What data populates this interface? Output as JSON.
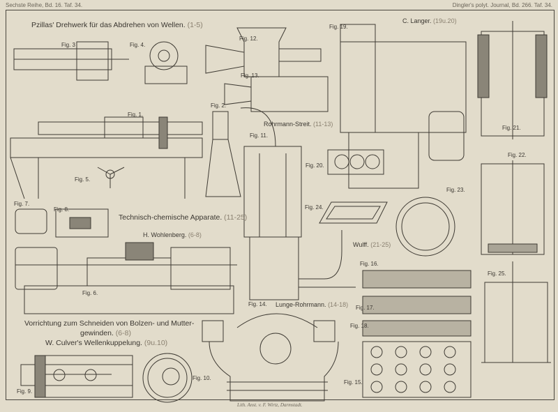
{
  "header": {
    "left": "Sechste Reihe, Bd. 16. Taf. 34.",
    "right": "Dingler's polyt. Journal, Bd. 266. Taf. 34."
  },
  "titles": {
    "pzillas": {
      "main": "Pzillas' Drehwerk für das Abdrehen von Wellen.",
      "sub": "(1-5)"
    },
    "langer": {
      "main": "C. Langer.",
      "sub": "(19u.20)"
    },
    "rohrmann_streit": {
      "main": "Rohrmann-Streit.",
      "sub": "(11-13)"
    },
    "technisch": {
      "main": "Technisch-chemische Apparate.",
      "sub": "(11-25)"
    },
    "wohlenberg": {
      "main": "H. Wohlenberg.",
      "sub": "(6-8)"
    },
    "wulff": {
      "main": "Wulff.",
      "sub": "(21-25)"
    },
    "lunge": {
      "main": "Lunge-Rohrmann.",
      "sub": "(14-18)"
    },
    "vorrichtung_1": "Vorrichtung zum Schneiden von Bolzen- und Mutter-",
    "vorrichtung_2": {
      "main": "gewinden.",
      "sub": "(6-8)"
    },
    "culver": {
      "main": "W. Culver's Wellenkuppelung.",
      "sub": "(9u.10)"
    }
  },
  "figures": {
    "f1": "Fig. 1.",
    "f2": "Fig. 2.",
    "f3": "Fig. 3",
    "f4": "Fig. 4.",
    "f5": "Fig. 5.",
    "f6": "Fig. 6.",
    "f7": "Fig. 7.",
    "f8": "Fig. 8.",
    "f9": "Fig. 9.",
    "f10": "Fig. 10.",
    "f11": "Fig. 11.",
    "f12": "Fig. 12.",
    "f13": "Fig. 13.",
    "f14": "Fig. 14.",
    "f15": "Fig. 15.",
    "f16": "Fig. 16.",
    "f17": "Fig. 17.",
    "f18": "Fig. 18.",
    "f19": "Fig. 19.",
    "f20": "Fig. 20.",
    "f21": "Fig. 21.",
    "f22": "Fig. 22.",
    "f23": "Fig. 23.",
    "f24": "Fig. 24.",
    "f25": "Fig. 25."
  },
  "footer": "Lith. Anst. v. F. Wirtz, Darmstadt."
}
